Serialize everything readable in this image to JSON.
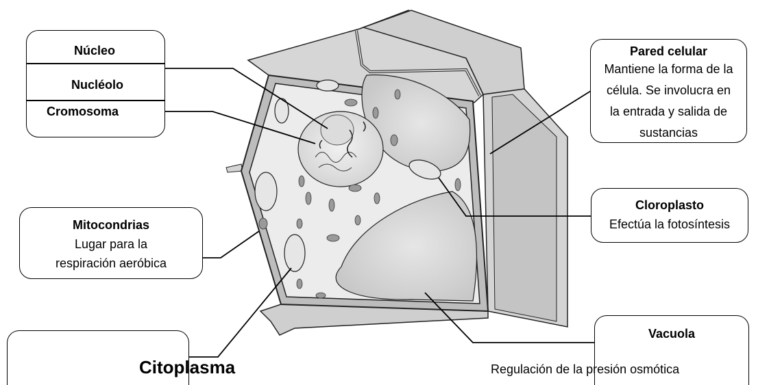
{
  "labels": {
    "nucleo": "Núcleo",
    "nucleolo": "Nucléolo",
    "cromosoma": "Cromosoma",
    "pared_title": "Pared celular",
    "pared_desc_1": "Mantiene la forma de la",
    "pared_desc_2": "célula. Se involucra en",
    "pared_desc_3": "la entrada y salida de",
    "pared_desc_4": "sustancias",
    "cloroplasto_title": "Cloroplasto",
    "cloroplasto_desc": "Efectúa la fotosíntesis",
    "mito_title": "Mitocondrias",
    "mito_desc_1": "Lugar para la",
    "mito_desc_2": "respiración aeróbica",
    "citoplasma": "Citoplasma",
    "vacuola_title": "Vacuola",
    "vacuola_desc": "Regulación de la presión osmótica"
  },
  "colors": {
    "wall_fill": "#d4d4d4",
    "wall_dark": "#a8a8a8",
    "cytoplasm": "#ececec",
    "vacuole": "#d9d9d9",
    "organelle": "#9a9a9a",
    "outline": "#222222"
  }
}
